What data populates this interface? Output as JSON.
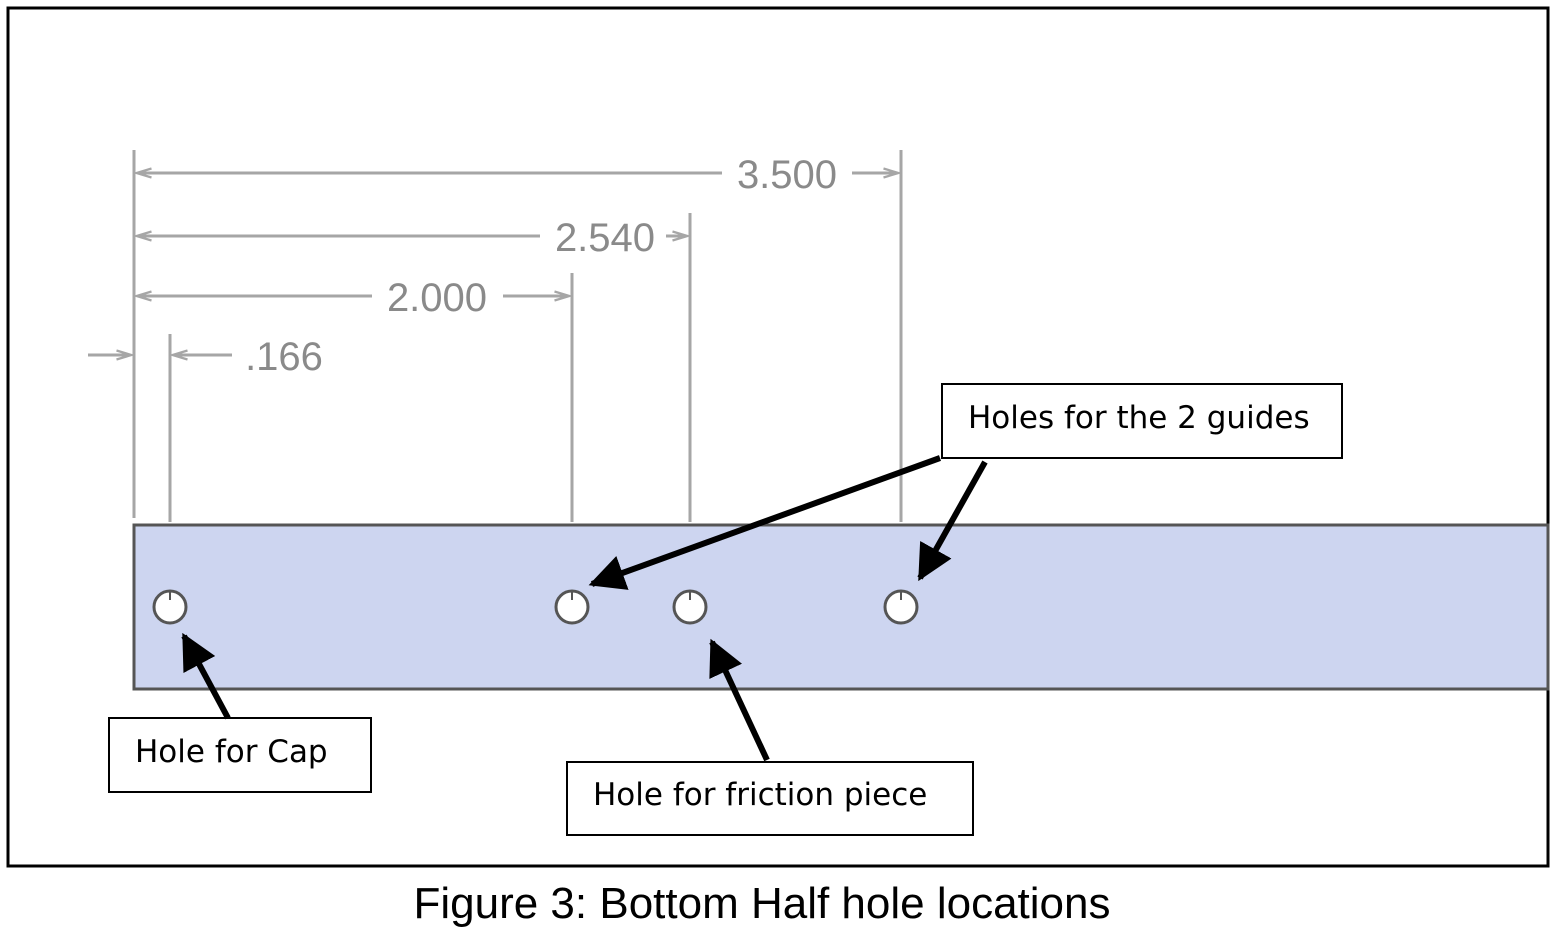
{
  "dimensions": {
    "overall": "3.500",
    "guide_hole_2": "2.540",
    "guide_hole_1": "2.000",
    "cap_hole": ".166"
  },
  "callouts": {
    "guides": "Holes for the 2 guides",
    "cap": "Hole for Cap",
    "friction": "Hole for friction piece"
  },
  "caption": "Figure 3: Bottom Half hole locations",
  "colors": {
    "part_fill": "#cdd5f0",
    "part_edge": "#555555",
    "dimension_line": "#a6a6a6",
    "dimension_text": "#8a8a8a",
    "leader_arrow": "#000000"
  }
}
